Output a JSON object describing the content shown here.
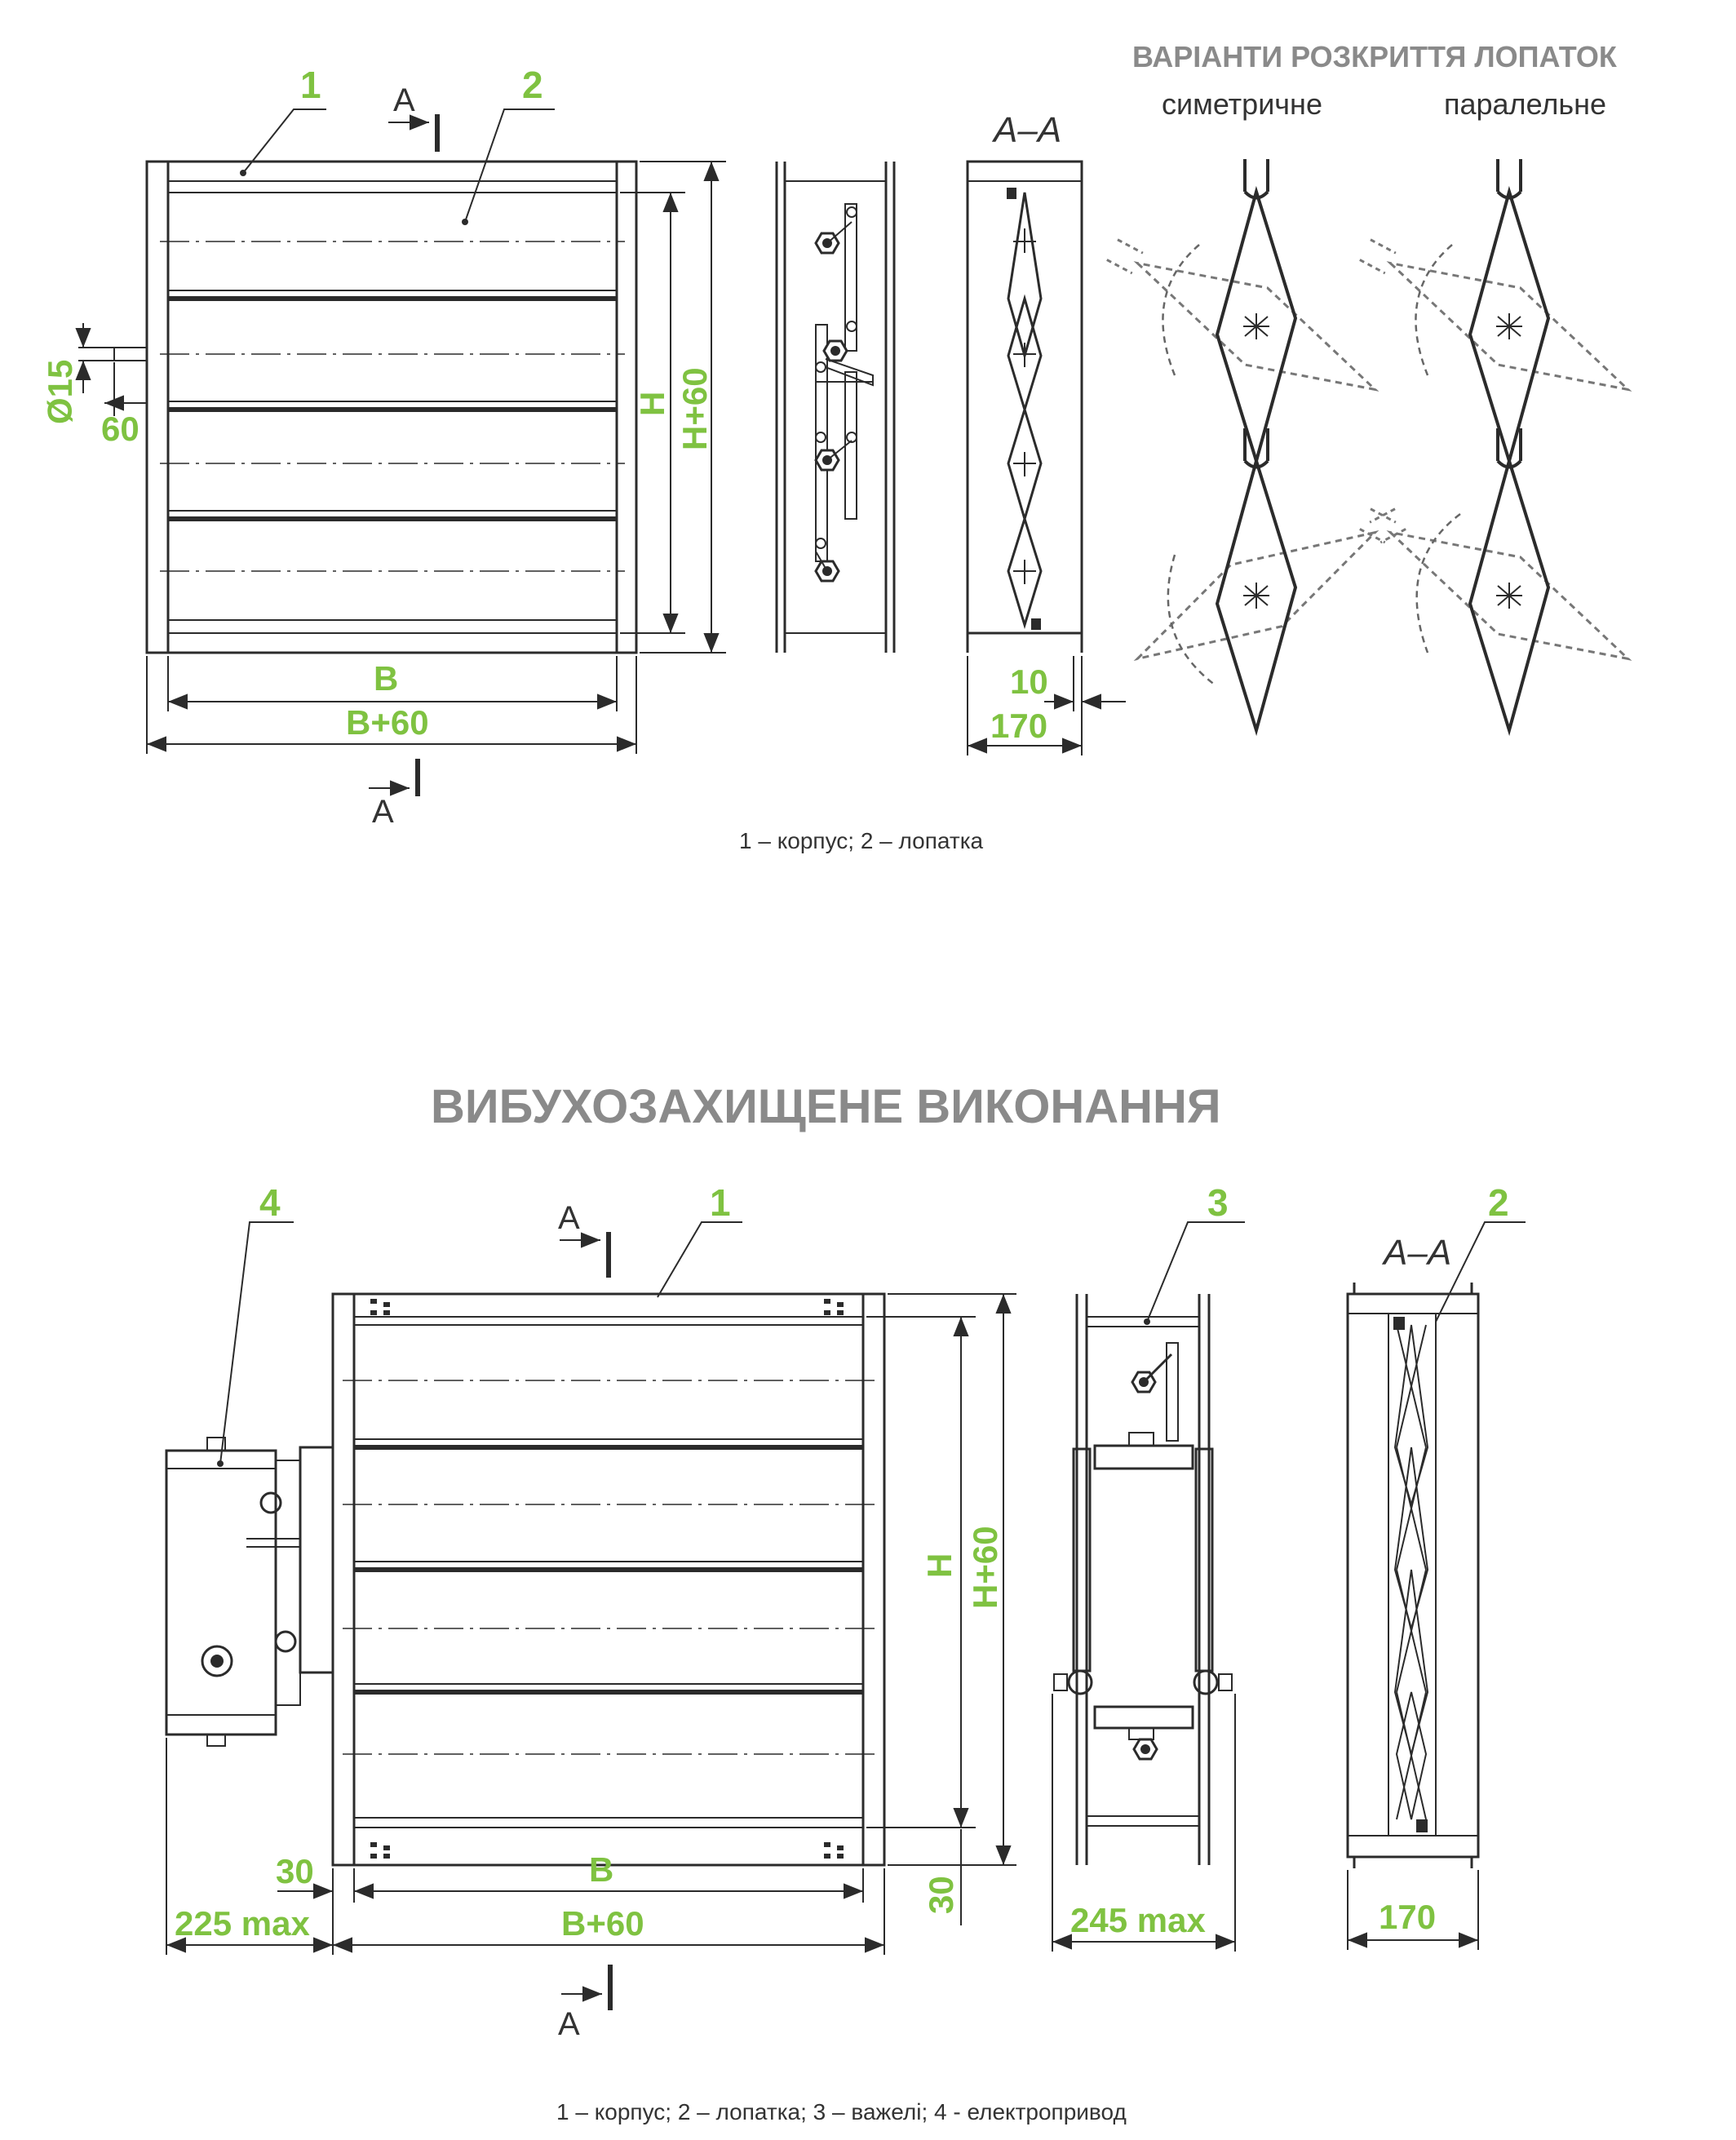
{
  "top": {
    "heading_variants": "ВАРІАНТИ РОЗКРИТТЯ ЛОПАТОК",
    "variant_symmetric": "симетричне",
    "variant_parallel": "паралельне",
    "section_label": "А–А",
    "section_mark": "А",
    "leaders": {
      "l1": "1",
      "l2": "2"
    },
    "dims": {
      "diameter": "Ø15",
      "shaft": "60",
      "h": "Н",
      "h60": "Н+60",
      "b": "В",
      "b60": "В+60",
      "d10": "10",
      "d170": "170"
    },
    "caption": "1 – корпус; 2 – лопатка"
  },
  "middle": {
    "title": "ВИБУХОЗАХИЩЕНЕ ВИКОНАННЯ"
  },
  "bottom": {
    "section_label": "А–А",
    "section_mark": "А",
    "leaders": {
      "l1": "1",
      "l2": "2",
      "l3": "3",
      "l4": "4"
    },
    "dims": {
      "h": "Н",
      "h60": "Н+60",
      "d30_left": "30",
      "d30_right": "30",
      "b": "В",
      "b60": "В+60",
      "d225": "225 max",
      "d245": "245 max",
      "d170": "170"
    },
    "caption": "1 – корпус; 2 – лопатка; 3 – важелі; 4 - електропривод"
  },
  "colors": {
    "accent": "#7fc241",
    "line": "#2b2b2b",
    "heading_gray": "#8a8a8a"
  }
}
